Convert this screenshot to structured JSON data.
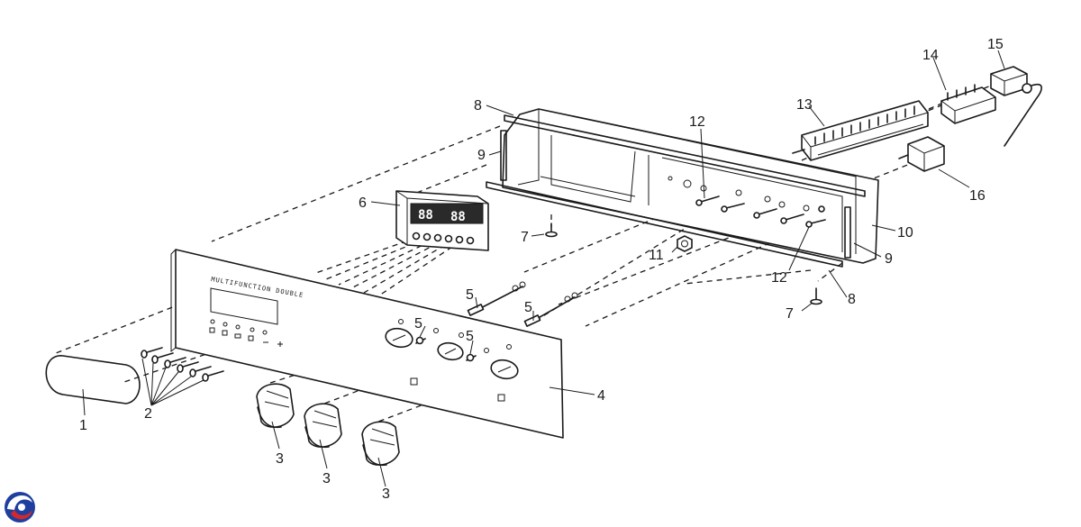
{
  "panel_text": "MULTIFUNCTION DOUBLE",
  "display_readout": [
    "88",
    "88"
  ],
  "callouts": {
    "part_1": "1",
    "part_2": "2",
    "part_3": [
      "3",
      "3",
      "3"
    ],
    "part_4": "4",
    "part_5": [
      "5",
      "5",
      "5",
      "5"
    ],
    "part_6": "6",
    "part_7": [
      "7",
      "7"
    ],
    "part_8": [
      "8",
      "8"
    ],
    "part_9": [
      "9",
      "9"
    ],
    "part_10": "10",
    "part_11": "11",
    "part_12": [
      "12",
      "12"
    ],
    "part_13": "13",
    "part_14": "14",
    "part_15": "15",
    "part_16": "16"
  },
  "colors": {
    "line": "#1a1a1a",
    "background": "#ffffff",
    "logo_blue": "#1f3f9f",
    "logo_red": "#d62828",
    "filter_mesh": "#9a9a9a",
    "display": "#2a2a2a"
  },
  "icons": {
    "corner_logo": "swirl-logo-icon"
  }
}
